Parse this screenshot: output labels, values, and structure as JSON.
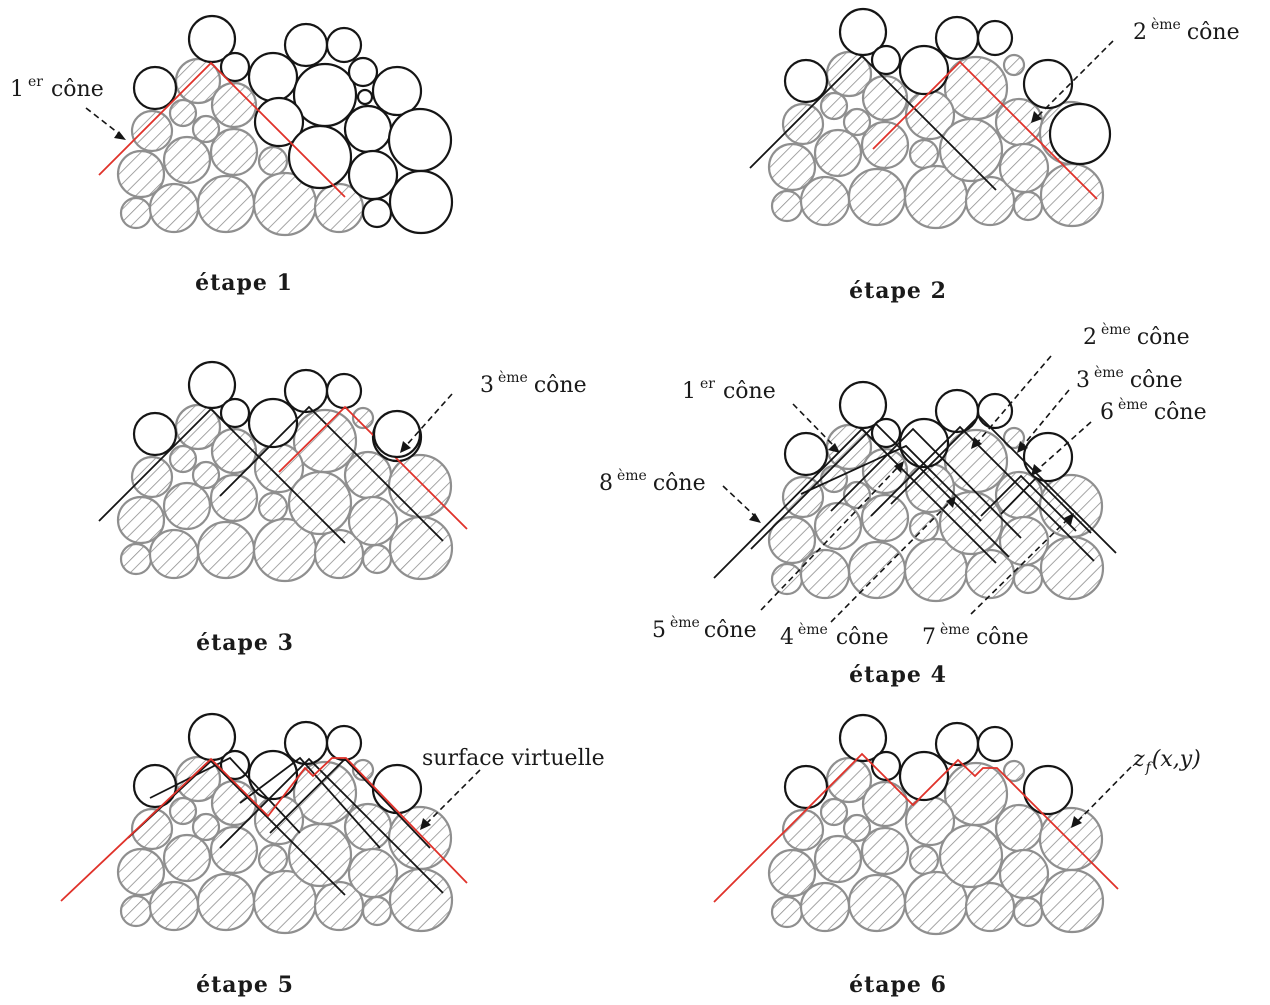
{
  "colors": {
    "hatched_grain": "#8f8f8f",
    "upper_grain": "#151515",
    "active_cone": "#e0322a",
    "previous_cone": "#151515"
  },
  "panels": [
    {
      "step": "étape 1",
      "cone_labels": [
        {
          "num": "1",
          "sup": "er",
          "word": "cône"
        }
      ]
    },
    {
      "step": "étape 2",
      "cone_labels": [
        {
          "num": "2",
          "sup": "ème",
          "word": "cône"
        }
      ]
    },
    {
      "step": "étape 3",
      "cone_labels": [
        {
          "num": "3",
          "sup": "ème",
          "word": "cône"
        }
      ]
    },
    {
      "step": "étape 4",
      "cone_labels": [
        {
          "num": "2",
          "sup": "ème",
          "word": "cône"
        },
        {
          "num": "1",
          "sup": "er",
          "word": "cône"
        },
        {
          "num": "3",
          "sup": "ème",
          "word": "cône"
        },
        {
          "num": "6",
          "sup": "ème",
          "word": "cône"
        },
        {
          "num": "8",
          "sup": "ème",
          "word": "cône"
        },
        {
          "num": "5",
          "sup": "ème",
          "word": "cône"
        },
        {
          "num": "4",
          "sup": "ème",
          "word": "cône"
        },
        {
          "num": "7",
          "sup": "ème",
          "word": "cône"
        }
      ]
    },
    {
      "step": "étape 5",
      "surface_label": "surface virtuelle"
    },
    {
      "step": "étape 6",
      "function_label": "z",
      "function_sub": "f",
      "function_args": "(x,y)"
    }
  ]
}
